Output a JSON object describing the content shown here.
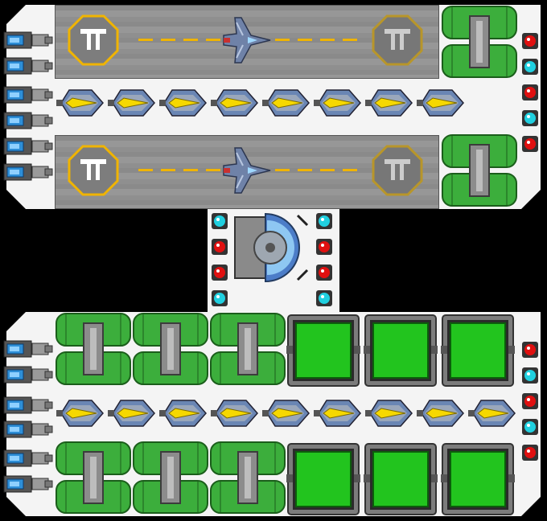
{
  "colors": {
    "hull": "#f4f4f4",
    "runway": "#8f8f8f",
    "pad_amber": "#f0b400",
    "tank_green": "#3cae3c",
    "hangar_green": "#22c41e",
    "led_red": "#e01010",
    "led_cyan": "#20d0e0",
    "thruster_yellow": "#f6d800"
  },
  "modules": {
    "landing_pads": {
      "count": 2,
      "pad_icon": "landing-pad-icon"
    },
    "thrusters_top_row": 8,
    "thrusters_bottom_row": 9,
    "hangars": 6,
    "reactor_icon": "reactor-core-icon",
    "ship_icon": "fighter-ship-icon"
  }
}
